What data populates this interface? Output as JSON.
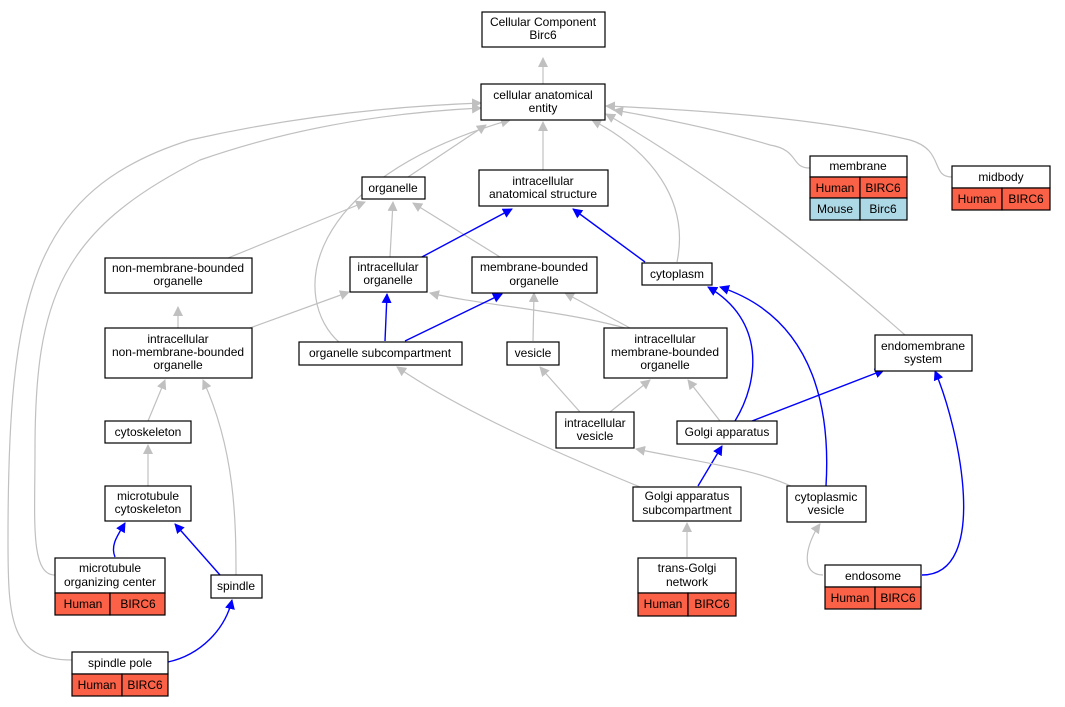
{
  "colors": {
    "human_cell": "#fa6146",
    "mouse_cell": "#add8e6",
    "is_a_edge": "#c0c0c0",
    "part_of_edge": "#0000ff"
  },
  "nodes": {
    "root": {
      "line1": "Cellular Component",
      "line2": "Birc6"
    },
    "cae": {
      "line1": "cellular anatomical",
      "line2": "entity"
    },
    "organelle": {
      "line1": "organelle"
    },
    "ias": {
      "line1": "intracellular",
      "line2": "anatomical structure"
    },
    "membrane": {
      "line1": "membrane"
    },
    "midbody": {
      "line1": "midbody"
    },
    "nmbo": {
      "line1": "non-membrane-bounded",
      "line2": "organelle"
    },
    "io": {
      "line1": "intracellular",
      "line2": "organelle"
    },
    "mbo": {
      "line1": "membrane-bounded",
      "line2": "organelle"
    },
    "cytoplasm": {
      "line1": "cytoplasm"
    },
    "inmbo": {
      "line1": "intracellular",
      "line2": "non-membrane-bounded",
      "line3": "organelle"
    },
    "osub": {
      "line1": "organelle subcompartment"
    },
    "vesicle": {
      "line1": "vesicle"
    },
    "imbo": {
      "line1": "intracellular",
      "line2": "membrane-bounded",
      "line3": "organelle"
    },
    "endomembrane": {
      "line1": "endomembrane",
      "line2": "system"
    },
    "cytoskeleton": {
      "line1": "cytoskeleton"
    },
    "ivesicle": {
      "line1": "intracellular",
      "line2": "vesicle"
    },
    "golgi": {
      "line1": "Golgi apparatus"
    },
    "mtcyto": {
      "line1": "microtubule",
      "line2": "cytoskeleton"
    },
    "golgisub": {
      "line1": "Golgi apparatus",
      "line2": "subcompartment"
    },
    "cytovesicle": {
      "line1": "cytoplasmic",
      "line2": "vesicle"
    },
    "mtoc": {
      "line1": "microtubule",
      "line2": "organizing center"
    },
    "spindle": {
      "line1": "spindle"
    },
    "tgn": {
      "line1": "trans-Golgi",
      "line2": "network"
    },
    "endosome": {
      "line1": "endosome"
    },
    "spole": {
      "line1": "spindle pole"
    }
  },
  "annotations": {
    "membrane": [
      {
        "species": "Human",
        "gene": "BIRC6"
      },
      {
        "species": "Mouse",
        "gene": "Birc6"
      }
    ],
    "midbody": [
      {
        "species": "Human",
        "gene": "BIRC6"
      }
    ],
    "mtoc": [
      {
        "species": "Human",
        "gene": "BIRC6"
      }
    ],
    "tgn": [
      {
        "species": "Human",
        "gene": "BIRC6"
      }
    ],
    "endosome": [
      {
        "species": "Human",
        "gene": "BIRC6"
      }
    ],
    "spole": [
      {
        "species": "Human",
        "gene": "BIRC6"
      }
    ]
  }
}
